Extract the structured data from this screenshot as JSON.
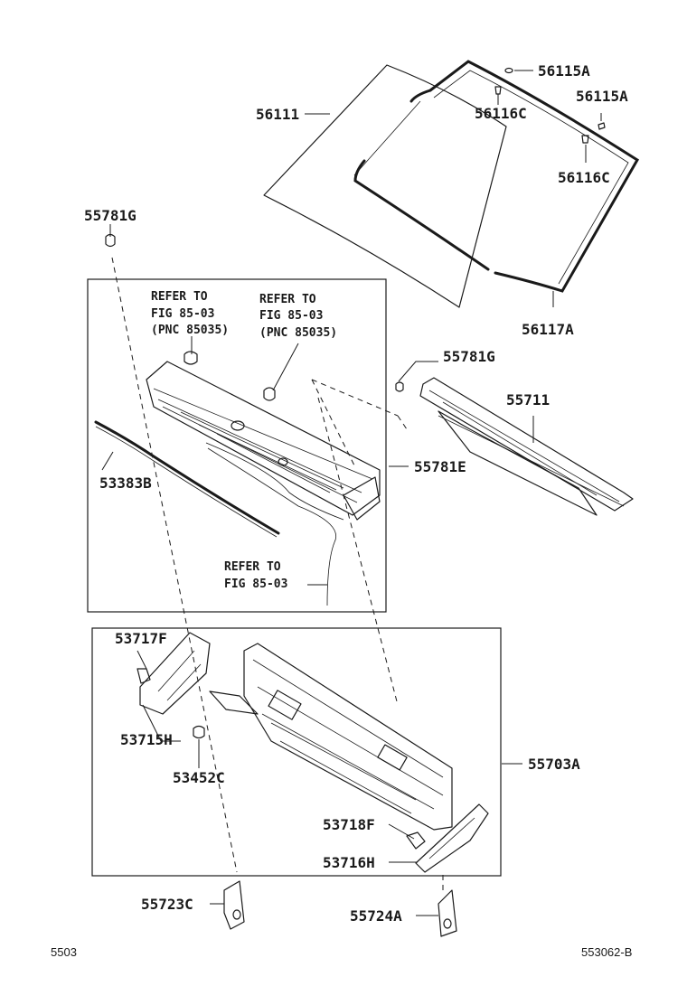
{
  "labels": {
    "p56111": "56111",
    "p56115a_1": "56115A",
    "p56115a_2": "56115A",
    "p56116c_1": "56116C",
    "p56116c_2": "56116C",
    "p56117a": "56117A",
    "p55781g_1": "55781G",
    "p55781g_2": "55781G",
    "p55711": "55711",
    "p55781e": "55781E",
    "p53383b": "53383B",
    "p53717f": "53717F",
    "p53715h": "53715H",
    "p53452c": "53452C",
    "p55703a": "55703A",
    "p53718f": "53718F",
    "p53716h": "53716H",
    "p55723c": "55723C",
    "p55724a": "55724A"
  },
  "notes": {
    "refer1": [
      "REFER TO",
      "FIG 85-03",
      "(PNC 85035)"
    ],
    "refer2": [
      "REFER TO",
      "FIG 85-03",
      "(PNC 85035)"
    ],
    "refer3": [
      "REFER TO",
      "FIG 85-03"
    ]
  },
  "footer": {
    "page_code": "5503",
    "drawing_code": "553062-B"
  }
}
